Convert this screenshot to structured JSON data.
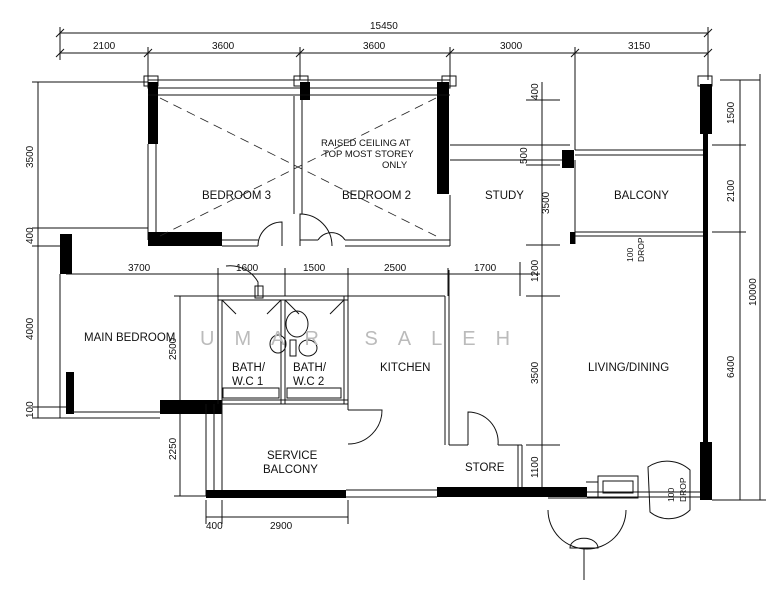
{
  "overall_width": "15450",
  "top_dims": [
    "2100",
    "3600",
    "3600",
    "3000",
    "3150"
  ],
  "inner_dims": [
    "3700",
    "1600",
    "1500",
    "2500",
    "1700"
  ],
  "left_dims": [
    "3500",
    "400",
    "4000",
    "100"
  ],
  "left_lower_dims": [
    "2500",
    "2250"
  ],
  "bottom_dims": [
    "400",
    "2900"
  ],
  "study_dims": [
    "400",
    "500",
    "3500",
    "1200",
    "3500",
    "1100"
  ],
  "right_dims": [
    "1500",
    "2100",
    "6400"
  ],
  "overall_height": "10000",
  "rooms": {
    "bedroom3": "BEDROOM 3",
    "bedroom2": "BEDROOM 2",
    "study": "STUDY",
    "balcony": "BALCONY",
    "main_bedroom": "MAIN BEDROOM",
    "bath1_line1": "BATH/",
    "bath1_line2": "W.C 1",
    "bath2_line1": "BATH/",
    "bath2_line2": "W.C 2",
    "kitchen": "KITCHEN",
    "living_dining": "LIVING/DINING",
    "service_line1": "SERVICE",
    "service_line2": "BALCONY",
    "store": "STORE"
  },
  "notes": {
    "ceiling_line1": "RAISED CEILING AT",
    "ceiling_line2": "TOP MOST STOREY",
    "ceiling_line3": "ONLY",
    "drop_value": "100",
    "drop_label": "DROP"
  },
  "watermark": "UMAR SALEH"
}
